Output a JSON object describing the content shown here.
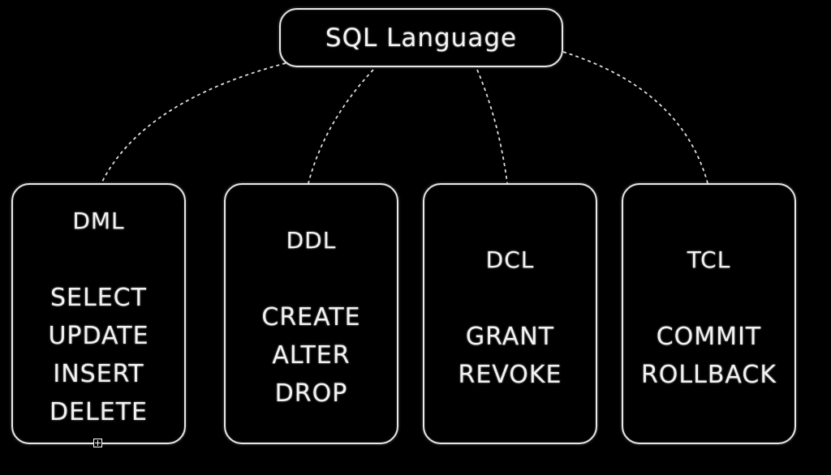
{
  "diagram": {
    "root": {
      "title": "SQL Language"
    },
    "categories": [
      {
        "title": "DML",
        "commands": [
          "SELECT",
          "UPDATE",
          "INSERT",
          "DELETE"
        ]
      },
      {
        "title": "DDL",
        "commands": [
          "CREATE",
          "ALTER",
          "DROP"
        ]
      },
      {
        "title": "DCL",
        "commands": [
          "GRANT",
          "REVOKE"
        ]
      },
      {
        "title": "TCL",
        "commands": [
          "COMMIT",
          "ROLLBACK"
        ]
      }
    ],
    "colors": {
      "background": "#000000",
      "foreground": "#e8e8e8"
    }
  }
}
